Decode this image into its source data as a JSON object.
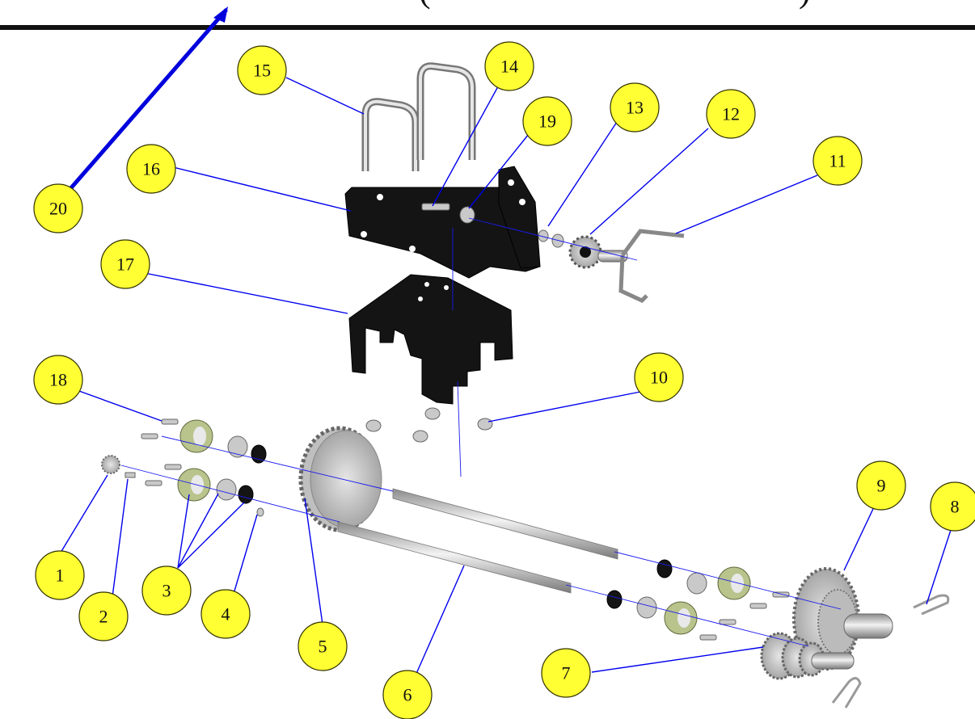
{
  "header": {
    "title_fragment_open": "(",
    "title_fragment_close": ")"
  },
  "callouts": [
    "1",
    "2",
    "3",
    "4",
    "5",
    "6",
    "7",
    "8",
    "9",
    "10",
    "11",
    "12",
    "13",
    "14",
    "15",
    "16",
    "17",
    "18",
    "19",
    "20"
  ],
  "colors": {
    "callout_fill": "#ffff33",
    "leader_line": "#0000ee",
    "bracket": "#141414",
    "collar": "#b9c48d",
    "metal": "#c9c9c9"
  }
}
